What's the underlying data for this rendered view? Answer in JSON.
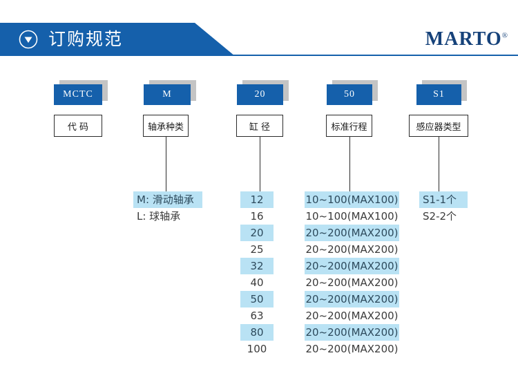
{
  "header": {
    "title": "订购规范",
    "icon": "circle-down-triangle-icon",
    "logo_text": "MARTO",
    "logo_reg": "®",
    "banner_color": "#1560ab",
    "logo_color": "#16427a"
  },
  "highlight_color": "#b9e2f4",
  "columns": [
    {
      "code": "MCTC",
      "label": "代 码",
      "has_connector": false,
      "options": []
    },
    {
      "code": "M",
      "label": "轴承种类",
      "has_connector": true,
      "options": [
        {
          "text": "M: 滑动轴承",
          "highlighted": true
        },
        {
          "text": "L: 球轴承",
          "highlighted": false
        }
      ]
    },
    {
      "code": "20",
      "label": "缸 径",
      "has_connector": true,
      "options": [
        {
          "text": "12",
          "highlighted": true
        },
        {
          "text": "16",
          "highlighted": false
        },
        {
          "text": "20",
          "highlighted": true
        },
        {
          "text": "25",
          "highlighted": false
        },
        {
          "text": "32",
          "highlighted": true
        },
        {
          "text": "40",
          "highlighted": false
        },
        {
          "text": "50",
          "highlighted": true
        },
        {
          "text": "63",
          "highlighted": false
        },
        {
          "text": "80",
          "highlighted": true
        },
        {
          "text": "100",
          "highlighted": false
        }
      ]
    },
    {
      "code": "50",
      "label": "标准行程",
      "has_connector": true,
      "options": [
        {
          "text": "10~100(MAX100)",
          "highlighted": true
        },
        {
          "text": "10~100(MAX100)",
          "highlighted": false
        },
        {
          "text": "20~200(MAX200)",
          "highlighted": true
        },
        {
          "text": "20~200(MAX200)",
          "highlighted": false
        },
        {
          "text": "20~200(MAX200)",
          "highlighted": true
        },
        {
          "text": "20~200(MAX200)",
          "highlighted": false
        },
        {
          "text": "20~200(MAX200)",
          "highlighted": true
        },
        {
          "text": "20~200(MAX200)",
          "highlighted": false
        },
        {
          "text": "20~200(MAX200)",
          "highlighted": true
        },
        {
          "text": "20~200(MAX200)",
          "highlighted": false
        }
      ]
    },
    {
      "code": "S1",
      "label": "感应器类型",
      "has_connector": true,
      "options": [
        {
          "text": "S1-1个",
          "highlighted": true
        },
        {
          "text": "S2-2个",
          "highlighted": false
        }
      ]
    }
  ]
}
